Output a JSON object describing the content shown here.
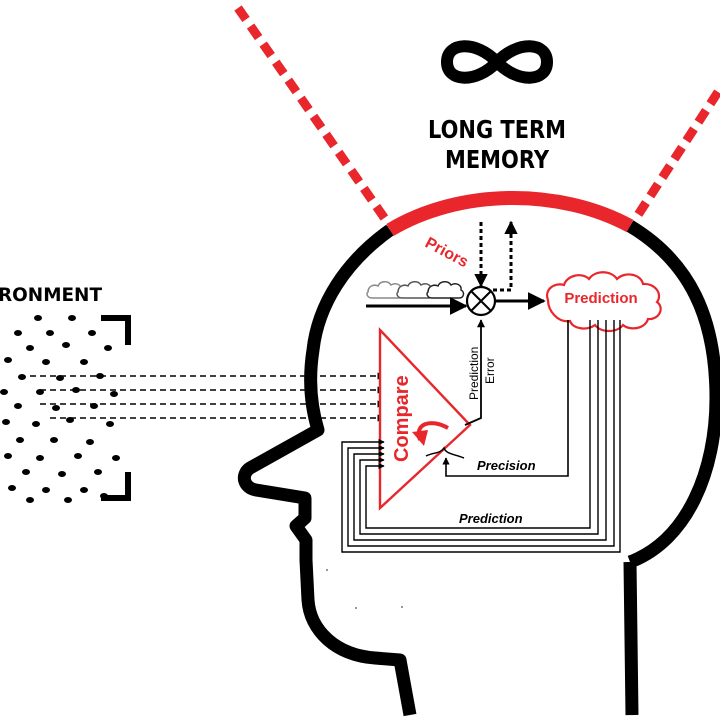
{
  "labels": {
    "long_term_line1": "LONG TERM",
    "long_term_line2": "MEMORY",
    "environment": "RONMENT",
    "priors": "Priors",
    "prediction_cloud": "Prediction",
    "compare": "Compare",
    "prediction_error_line1": "Prediction",
    "prediction_error_line2": "Error",
    "precision": "Precision",
    "prediction_bottom": "Prediction"
  },
  "colors": {
    "accent_red": "#e8262b",
    "ink": "#000000",
    "background": "#ffffff"
  },
  "icons": {
    "infinity": "infinity-icon",
    "comparator": "multiply-circle-icon",
    "clouds": "cloud-icon",
    "brackets": "frame-bracket-icon"
  }
}
